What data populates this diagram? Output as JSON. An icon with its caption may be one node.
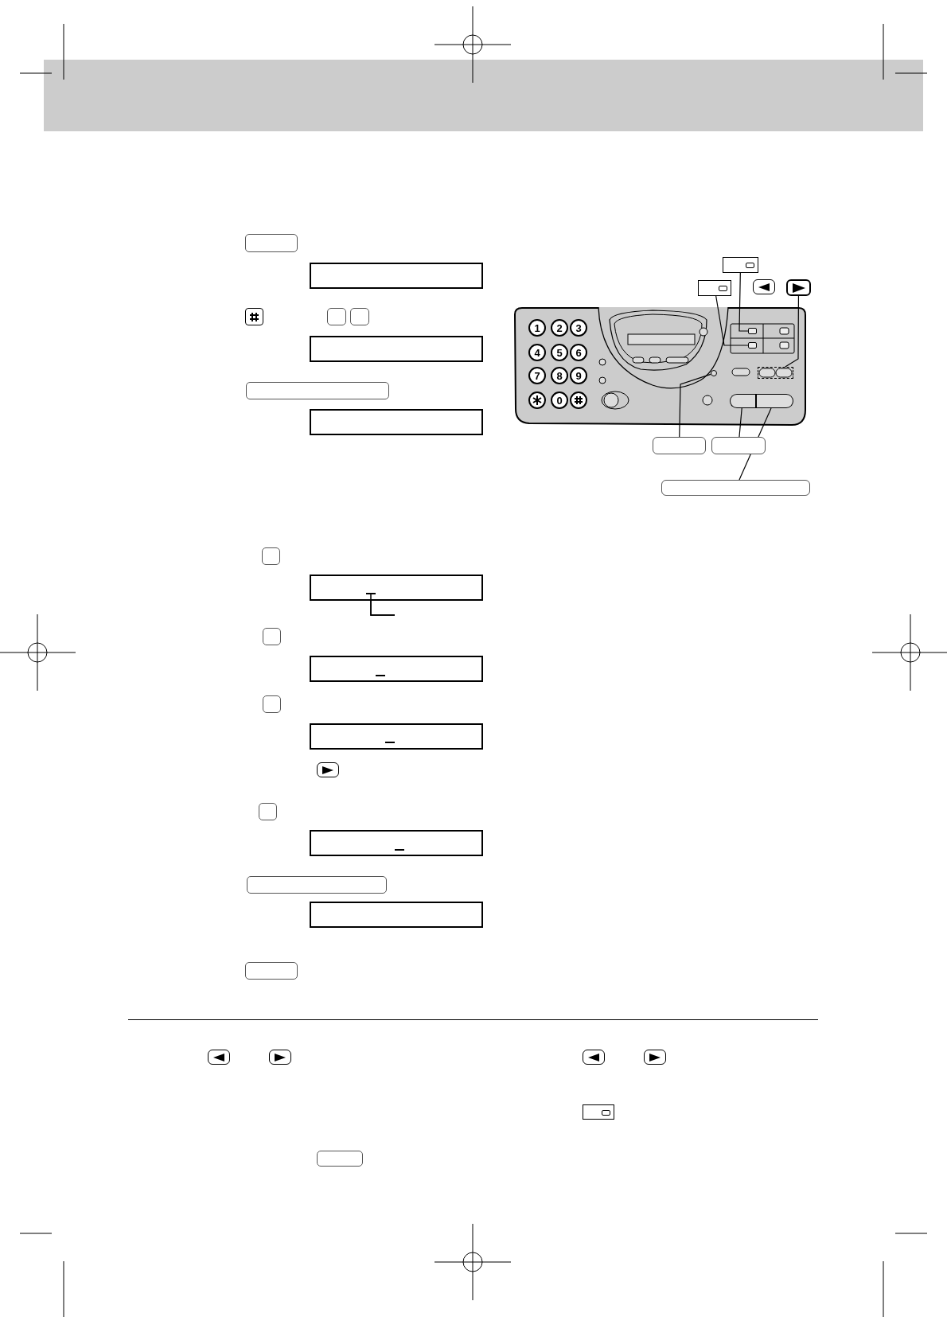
{
  "diagram": {
    "nodes": [
      {
        "text": [],
        "shape": "box"
      },
      {
        "text": [],
        "shape": "box"
      },
      {
        "text": [],
        "shape": "box"
      },
      {
        "text": [],
        "shape": "box"
      },
      {
        "text": [],
        "shape": "box"
      },
      {
        "text": [],
        "shape": "box"
      },
      {
        "text": [],
        "shape": "circle"
      },
      {
        "text": [],
        "shape": "box"
      },
      {
        "text": [],
        "shape": "box"
      },
      {
        "text": [],
        "shape": "box"
      },
      {
        "text": [],
        "shape": "box"
      },
      {
        "text": [],
        "shape": "box"
      },
      {
        "text": [],
        "shape": "box"
      },
      {
        "text": [],
        "shape": "box"
      },
      {
        "text": [],
        "shape": "box"
      },
      {
        "text": [],
        "shape": "box"
      },
      {
        "text": [],
        "shape": "box"
      },
      {
        "text": [],
        "shape": "box"
      },
      {
        "text": [],
        "shape": "box"
      },
      {
        "text": [],
        "shape": "box"
      }
    ],
    "edges": [
      {
        "from": 0,
        "to": 3,
        "arrow": "none"
      },
      {
        "from": 1,
        "to": 4,
        "arrow": "none"
      },
      {
        "from": 2,
        "to": 5,
        "arrow": "none"
      },
      {
        "from": 9,
        "to": 6,
        "arrow": "none"
      },
      {
        "from": 10,
        "to": 7,
        "arrow": "none"
      },
      {
        "from": 11,
        "to": 8,
        "arrow": "none"
      }
    ],
    "labels": [
      "1",
      "2",
      "3",
      "4",
      "5",
      "6",
      "7",
      "8",
      "9",
      "0"
    ]
  }
}
